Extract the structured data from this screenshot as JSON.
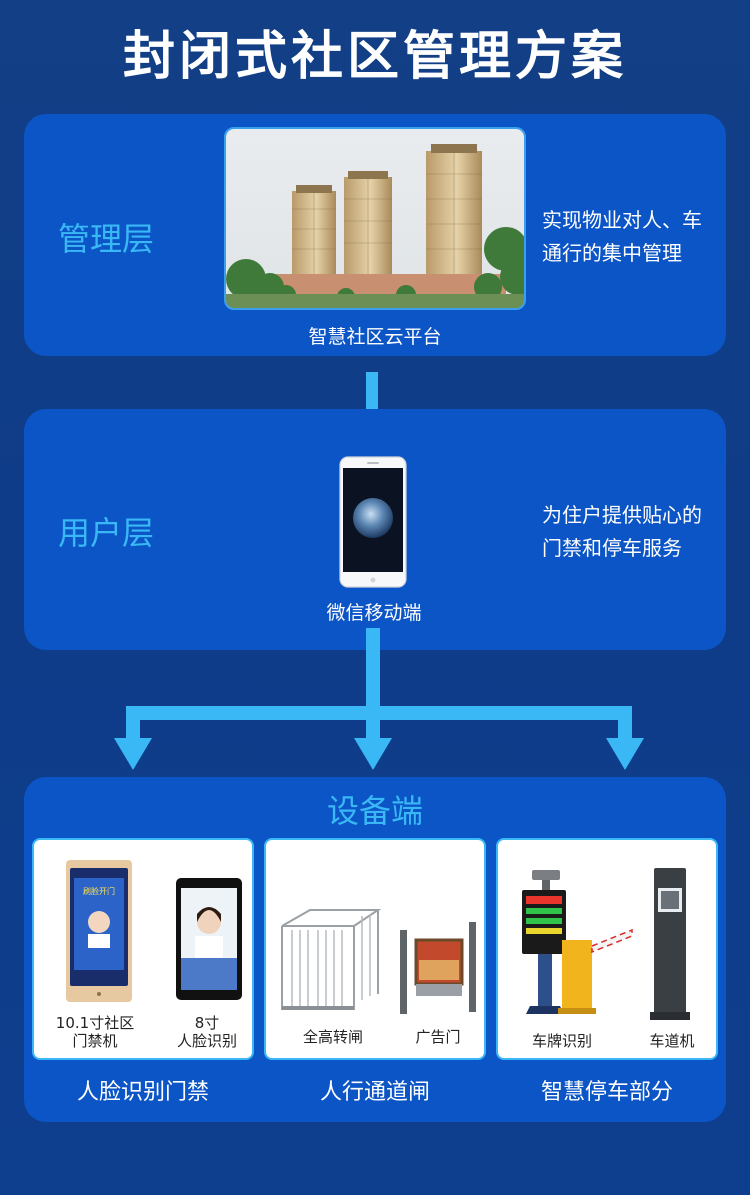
{
  "title": "封闭式社区管理方案",
  "management": {
    "label": "管理层",
    "image_caption": "智慧社区云平台",
    "description_lines": [
      "实现物业对人、车",
      "通行的集中管理"
    ]
  },
  "user": {
    "label": "用户层",
    "image_caption": "微信移动端",
    "description_lines": [
      "为住户提供贴心的",
      "门禁和停车服务"
    ]
  },
  "device": {
    "label": "设备端",
    "groups": [
      {
        "title": "人脸识别门禁",
        "items": [
          {
            "lines": [
              "10.1寸社区",
              "门禁机"
            ],
            "screen_text": "刷脸开门"
          },
          {
            "lines": [
              "8寸",
              "人脸识别"
            ]
          }
        ]
      },
      {
        "title": "人行通道闸",
        "items": [
          {
            "lines": [
              "全高转闸"
            ]
          },
          {
            "lines": [
              "广告门"
            ]
          }
        ]
      },
      {
        "title": "智慧停车部分",
        "items": [
          {
            "lines": [
              "车牌识别"
            ]
          },
          {
            "lines": [
              "车道机"
            ]
          }
        ]
      }
    ]
  },
  "colors": {
    "background": "#103e88",
    "panel": "#0b55c6",
    "accent": "#39b8f5",
    "text": "#ffffff"
  }
}
